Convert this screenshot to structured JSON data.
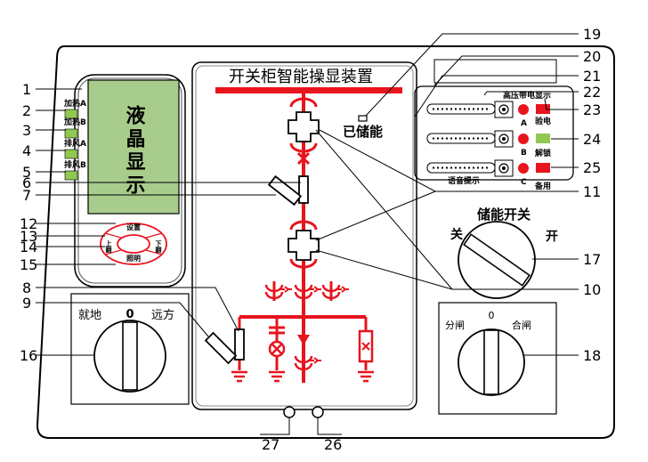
{
  "title": "开关柜智能操显装置",
  "lcd_text": "液晶显示",
  "indicators": [
    "加热A",
    "加热B",
    "排风A",
    "排风B"
  ],
  "keys": {
    "settings": "设置",
    "up": "上翻",
    "down": "下翻",
    "lighting": "照明"
  },
  "energy_storage_status": "已储能",
  "high_voltage_display": {
    "title": "高压带电显示",
    "phases": [
      "A",
      "B",
      "C"
    ],
    "buttons": [
      "验电",
      "解锁",
      "备用"
    ],
    "voice_prompt": "语音提示"
  },
  "storage_switch": {
    "title": "储能开关",
    "off": "关",
    "on": "开"
  },
  "local_remote_switch": {
    "left": "就地",
    "middle": "0",
    "right": "远方"
  },
  "breaker_switch": {
    "left": "分闸",
    "middle": "0",
    "right": "合闸"
  },
  "callouts": [
    "1",
    "2",
    "3",
    "4",
    "5",
    "6",
    "7",
    "8",
    "9",
    "10",
    "11",
    "12",
    "13",
    "14",
    "15",
    "16",
    "17",
    "18",
    "19",
    "20",
    "21",
    "22",
    "23",
    "24",
    "25",
    "26",
    "27"
  ],
  "colors": {
    "red": "#e8141e",
    "lcd_green": "#a8cc8c",
    "indicator_green": "#90c850",
    "gray": "#cccccc"
  }
}
